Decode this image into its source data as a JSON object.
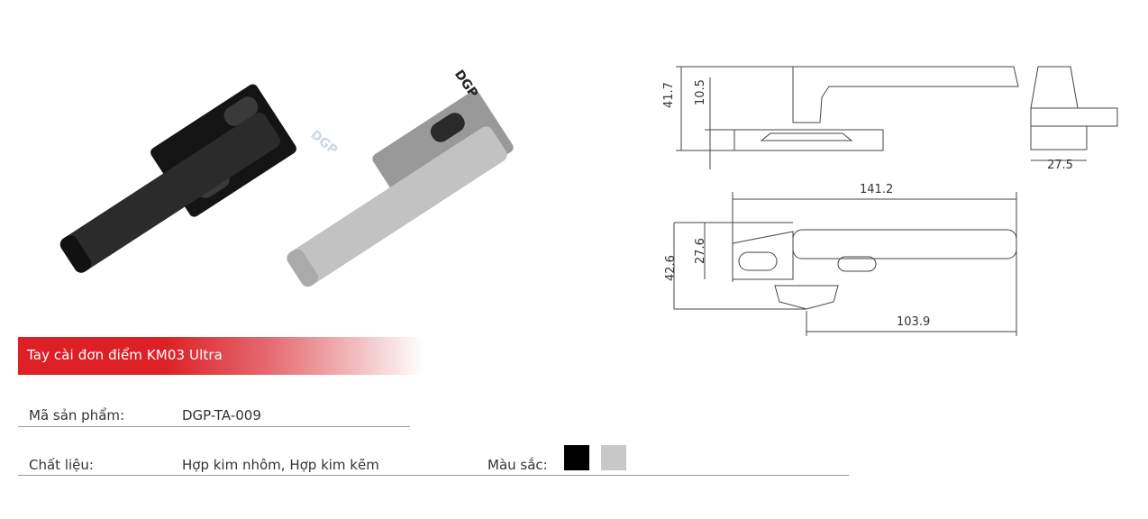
{
  "product": {
    "title": "Tay cài đơn điểm KM03 Ultra",
    "brand_mark": "DGP",
    "specs": [
      {
        "label": "Mã sản phẩm:",
        "value": "DGP-TA-009"
      },
      {
        "label": "Chất liệu:",
        "value": "Hợp kim nhôm, Hợp kim kẽm"
      }
    ],
    "colors_label": "Màu sắc:",
    "colors": [
      "#000000",
      "#c8c8c8"
    ]
  },
  "drawing": {
    "side_view": {
      "height_total": "41.7",
      "base_height": "10.5",
      "depth": "27.5"
    },
    "top_view": {
      "length_total": "141.2",
      "width_total": "42.6",
      "base_width": "27.6",
      "handle_length": "103.9"
    }
  },
  "theme": {
    "accent": "#dc2026"
  }
}
